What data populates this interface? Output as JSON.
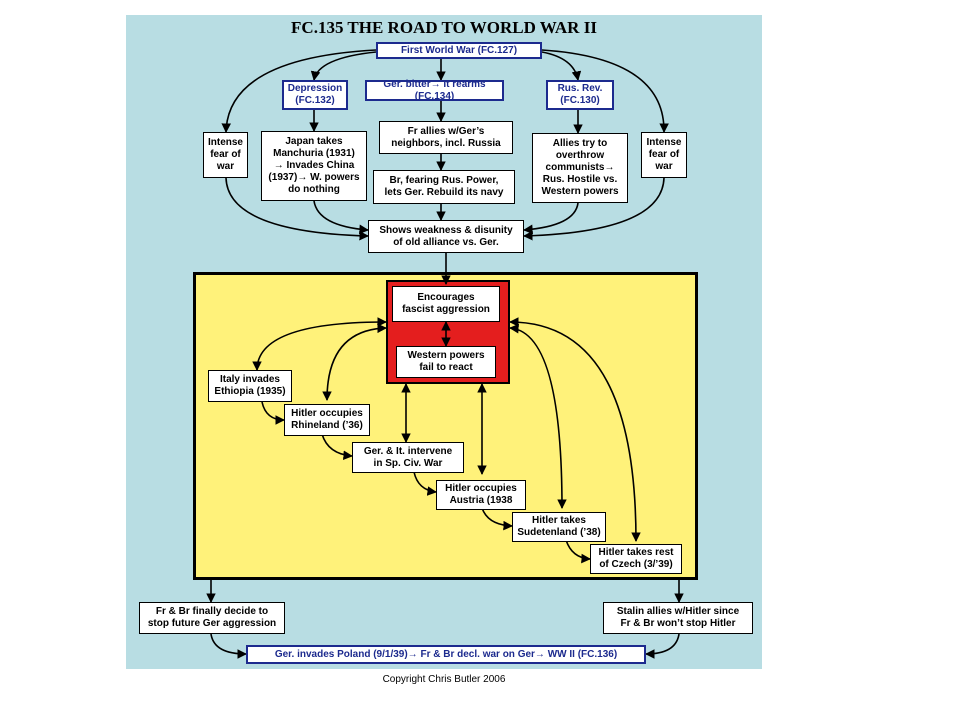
{
  "title": "FC.135 THE ROAD TO WORLD WAR II",
  "copyright": "Copyright Chris Butler 2006",
  "boxes": {
    "wwi": "First World War  (FC.127)",
    "depression": "Depression\n(FC.132)",
    "ger_bitter": "Ger. bitter→ It rearms (FC.134)",
    "rus_rev": "Rus. Rev.\n(FC.130)",
    "fear_left": "Intense\nfear of\nwar",
    "japan": "Japan takes\nManchuria (1931)\n→ Invades China\n(1937)→ W. powers\ndo nothing",
    "fr_allies": "Fr allies w/Ger’s\nneighbors, incl. Russia",
    "br_fearing": "Br, fearing Rus. Power,\nlets Ger. Rebuild its navy",
    "allies_try": "Allies try to\noverthrow\ncommunists→\nRus. Hostile vs.\nWestern powers",
    "fear_right": "Intense\nfear of\nwar",
    "weakness": "Shows weakness & disunity\nof old alliance vs. Ger.",
    "encourages": "Encourages\nfascist aggression",
    "western_fail": "Western powers\nfail to react",
    "italy": "Italy invades\nEthiopia (1935)",
    "rhineland": "Hitler occupies\nRhineland (’36)",
    "spain": "Ger. & It. intervene\nin Sp. Civ. War",
    "austria": "Hitler occupies\nAustria (1938",
    "sudeten": "Hitler takes\nSudetenland (’38)",
    "czech": "Hitler takes rest\nof Czech (3/’39)",
    "fr_br_decide": "Fr & Br finally decide to\nstop future Ger aggression",
    "stalin": "Stalin allies w/Hitler since\nFr & Br won’t stop Hitler",
    "poland": "Ger. invades Poland (9/1/39)→ Fr & Br decl. war on Ger→ WW II (FC.136)"
  }
}
